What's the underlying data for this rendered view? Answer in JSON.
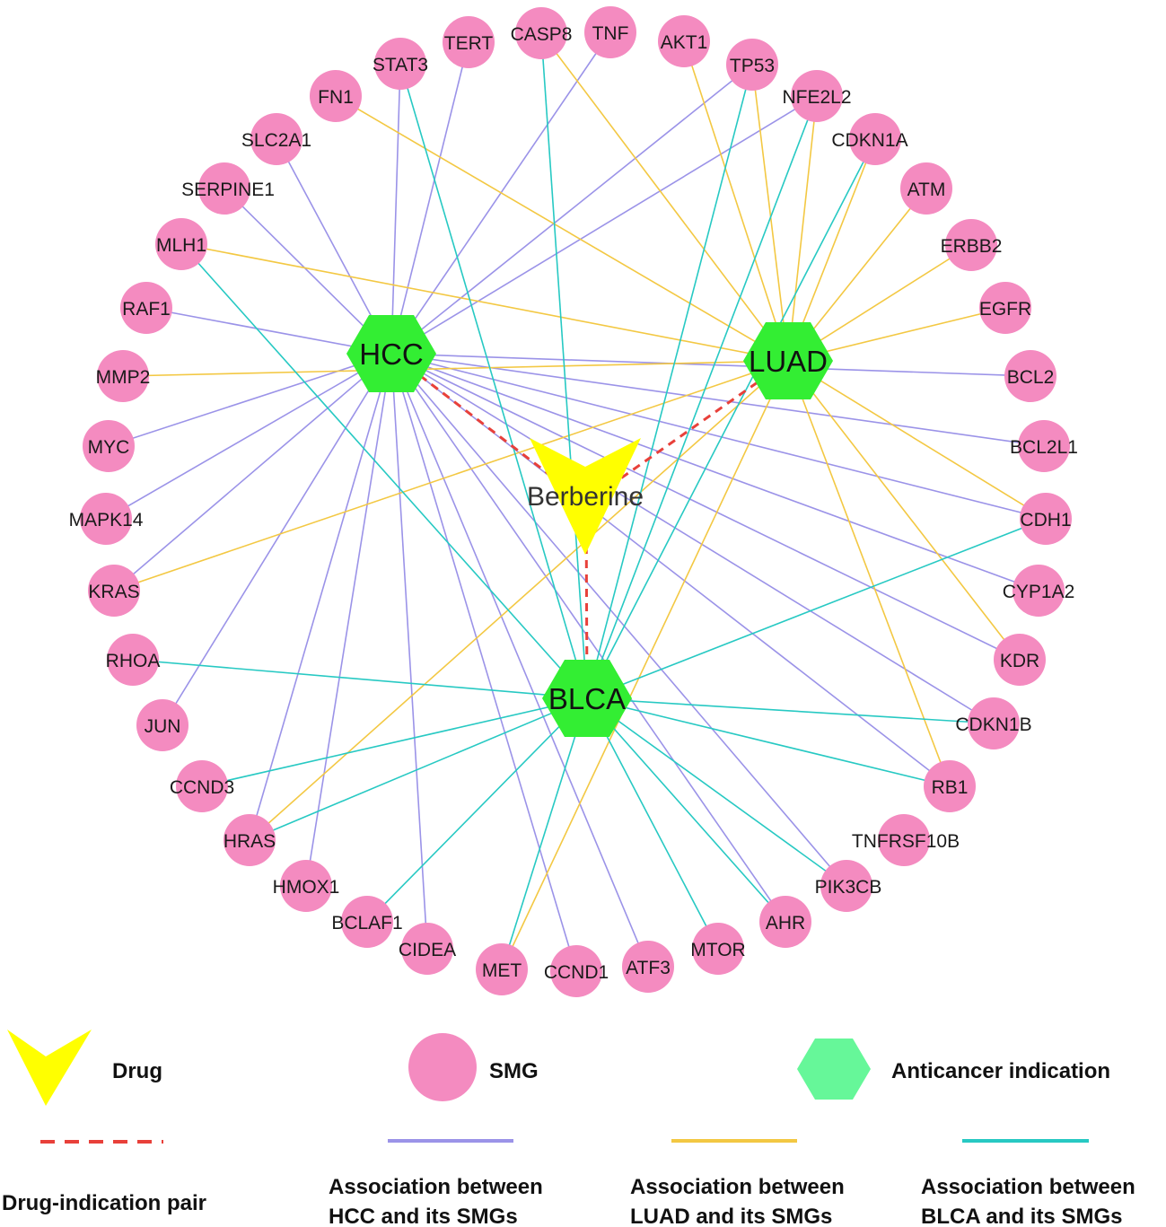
{
  "colors": {
    "smg_fill": "#f48bc0",
    "hub_fill": "#33ee33",
    "legend_hub_fill": "#66f799",
    "drug_fill": "#ffff00",
    "drug_pair_line": "#e8403a",
    "hcc_line": "#9b93e8",
    "luad_line": "#f3c843",
    "blca_line": "#27c9c3"
  },
  "drug": {
    "id": "berberine",
    "label": "Berberine",
    "shape": "arrowhead-down"
  },
  "indications": [
    {
      "id": "HCC",
      "label": "HCC"
    },
    {
      "id": "LUAD",
      "label": "LUAD"
    },
    {
      "id": "BLCA",
      "label": "BLCA"
    }
  ],
  "smgs": [
    {
      "id": "CASP8",
      "label": "CASP8"
    },
    {
      "id": "TNF",
      "label": "TNF"
    },
    {
      "id": "AKT1",
      "label": "AKT1"
    },
    {
      "id": "TP53",
      "label": "TP53"
    },
    {
      "id": "NFE2L2",
      "label": "NFE2L2"
    },
    {
      "id": "CDKN1A",
      "label": "CDKN1A"
    },
    {
      "id": "ATM",
      "label": "ATM"
    },
    {
      "id": "ERBB2",
      "label": "ERBB2"
    },
    {
      "id": "EGFR",
      "label": "EGFR"
    },
    {
      "id": "BCL2",
      "label": "BCL2"
    },
    {
      "id": "BCL2L1",
      "label": "BCL2L1"
    },
    {
      "id": "CDH1",
      "label": "CDH1"
    },
    {
      "id": "CYP1A2",
      "label": "CYP1A2"
    },
    {
      "id": "KDR",
      "label": "KDR"
    },
    {
      "id": "CDKN1B",
      "label": "CDKN1B"
    },
    {
      "id": "RB1",
      "label": "RB1"
    },
    {
      "id": "TNFRSF10B",
      "label": "TNFRSF10B"
    },
    {
      "id": "PIK3CB",
      "label": "PIK3CB"
    },
    {
      "id": "AHR",
      "label": "AHR"
    },
    {
      "id": "MTOR",
      "label": "MTOR"
    },
    {
      "id": "ATF3",
      "label": "ATF3"
    },
    {
      "id": "CCND1",
      "label": "CCND1"
    },
    {
      "id": "MET",
      "label": "MET"
    },
    {
      "id": "CIDEA",
      "label": "CIDEA"
    },
    {
      "id": "BCLAF1",
      "label": "BCLAF1"
    },
    {
      "id": "HMOX1",
      "label": "HMOX1"
    },
    {
      "id": "HRAS",
      "label": "HRAS"
    },
    {
      "id": "CCND3",
      "label": "CCND3"
    },
    {
      "id": "JUN",
      "label": "JUN"
    },
    {
      "id": "RHOA",
      "label": "RHOA"
    },
    {
      "id": "KRAS",
      "label": "KRAS"
    },
    {
      "id": "MAPK14",
      "label": "MAPK14"
    },
    {
      "id": "MYC",
      "label": "MYC"
    },
    {
      "id": "MMP2",
      "label": "MMP2"
    },
    {
      "id": "RAF1",
      "label": "RAF1"
    },
    {
      "id": "MLH1",
      "label": "MLH1"
    },
    {
      "id": "SERPINE1",
      "label": "SERPINE1"
    },
    {
      "id": "SLC2A1",
      "label": "SLC2A1"
    },
    {
      "id": "FN1",
      "label": "FN1"
    },
    {
      "id": "STAT3",
      "label": "STAT3"
    },
    {
      "id": "TERT",
      "label": "TERT"
    }
  ],
  "drug_indication_pairs": [
    "HCC",
    "LUAD",
    "BLCA"
  ],
  "associations": {
    "HCC": [
      "TNF",
      "TP53",
      "NFE2L2",
      "BCL2",
      "BCL2L1",
      "CDH1",
      "CYP1A2",
      "KDR",
      "CDKN1B",
      "RB1",
      "PIK3CB",
      "AHR",
      "ATF3",
      "CCND1",
      "CIDEA",
      "HMOX1",
      "HRAS",
      "JUN",
      "KRAS",
      "MAPK14",
      "MYC",
      "RAF1",
      "SERPINE1",
      "SLC2A1",
      "STAT3",
      "TERT"
    ],
    "LUAD": [
      "CASP8",
      "AKT1",
      "TP53",
      "NFE2L2",
      "CDKN1A",
      "ATM",
      "ERBB2",
      "EGFR",
      "CDH1",
      "KDR",
      "RB1",
      "MET",
      "HRAS",
      "KRAS",
      "MMP2",
      "MLH1",
      "FN1"
    ],
    "BLCA": [
      "CASP8",
      "TP53",
      "NFE2L2",
      "CDKN1A",
      "CDH1",
      "CDKN1B",
      "RB1",
      "PIK3CB",
      "AHR",
      "MTOR",
      "MET",
      "BCLAF1",
      "HRAS",
      "CCND3",
      "RHOA",
      "MLH1",
      "STAT3"
    ]
  },
  "legend": {
    "drug_label": "Drug",
    "smg_label": "SMG",
    "indication_label": "Anticancer indication",
    "pair_label": "Drug-indication pair",
    "hcc_label_1": "Association between",
    "hcc_label_2": "HCC and its SMGs",
    "luad_label_1": "Association between",
    "luad_label_2": "LUAD and its SMGs",
    "blca_label_1": "Association between",
    "blca_label_2": "BLCA and its SMGs"
  }
}
